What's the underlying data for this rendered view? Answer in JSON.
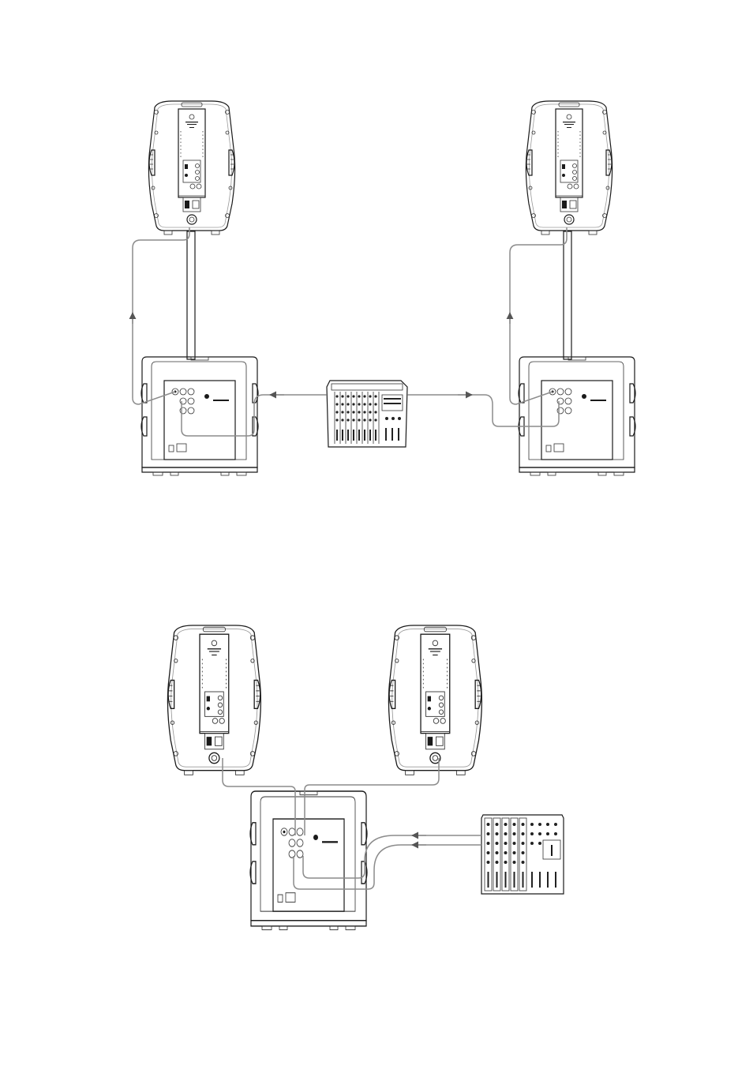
{
  "diagrams": [
    {
      "id": "top",
      "components": [
        "speaker-left",
        "pole-left",
        "subwoofer-left",
        "mixer",
        "subwoofer-right",
        "pole-right",
        "speaker-right"
      ]
    },
    {
      "id": "bottom",
      "components": [
        "speaker-left",
        "speaker-right",
        "subwoofer",
        "mixer"
      ]
    }
  ],
  "colors": {
    "line": "#1a1a1a",
    "cable": "#8c8c8c",
    "background": "#ffffff"
  }
}
